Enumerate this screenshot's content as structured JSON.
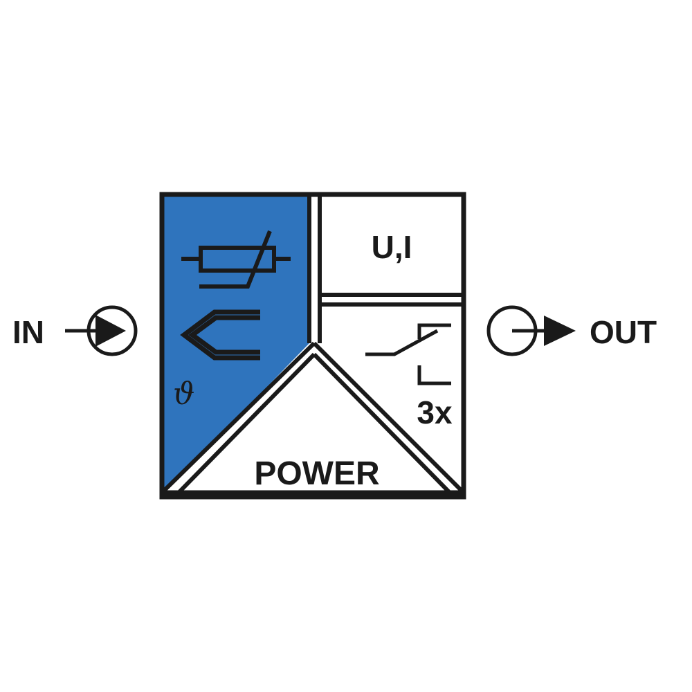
{
  "diagram": {
    "input_label": "IN",
    "output_label": "OUT",
    "output_signal_label": "U,I",
    "relay_count_label": "3x",
    "power_label": "POWER",
    "temperature_symbol": "ϑ",
    "colors": {
      "input_panel": "#2f74bd",
      "stroke": "#1a1a1a",
      "background": "#ffffff"
    },
    "icons": {
      "input_connector": "input-arrow-circle-icon",
      "output_connector": "output-arrow-circle-icon",
      "rtd_sensor": "variable-resistor-icon",
      "thermocouple": "thermocouple-icon",
      "relay_contact": "relay-switch-contact-icon"
    }
  }
}
